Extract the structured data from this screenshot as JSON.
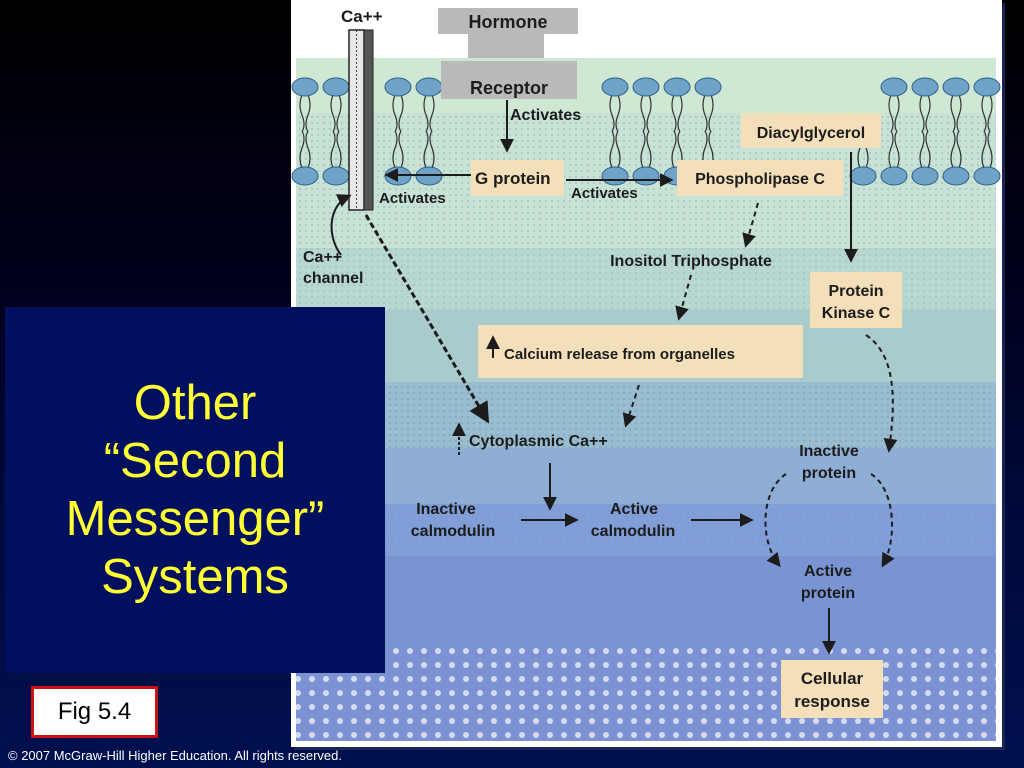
{
  "slide_title": [
    "Other",
    "“Second",
    "Messenger”",
    "Systems"
  ],
  "figure_label": "Fig 5.4",
  "copyright": "© 2007 McGraw-Hill Higher Education. All rights reserved.",
  "colors": {
    "slide_background": "#000a3d",
    "title_panel": "#00105e",
    "title_text": "#ffff33",
    "label_box": "#f3dfb9",
    "fig_label_border": "#cc1111"
  },
  "diagram": {
    "ca_top": "Ca++",
    "hormone": "Hormone",
    "receptor": "Receptor",
    "activates_receptor": "Activates",
    "diacylglycerol": "Diacylglycerol",
    "g_protein": "G protein",
    "activates_g_to_plc": "Activates",
    "phospholipase_c": "Phospholipase C",
    "activates_channel": "Activates",
    "ca_channel": [
      "Ca++",
      "channel"
    ],
    "inositol_triphosphate": "Inositol Triphosphate",
    "protein_kinase_c": [
      "Protein",
      "Kinase C"
    ],
    "calcium_release": "Calcium release from organelles",
    "cytoplasmic_ca": "Cytoplasmic Ca++",
    "inactive_protein": [
      "Inactive",
      "protein"
    ],
    "inactive_calmodulin": [
      "Inactive",
      "calmodulin"
    ],
    "active_calmodulin": [
      "Active",
      "calmodulin"
    ],
    "active_protein": [
      "Active",
      "protein"
    ],
    "cellular_response": [
      "Cellular",
      "response"
    ]
  }
}
